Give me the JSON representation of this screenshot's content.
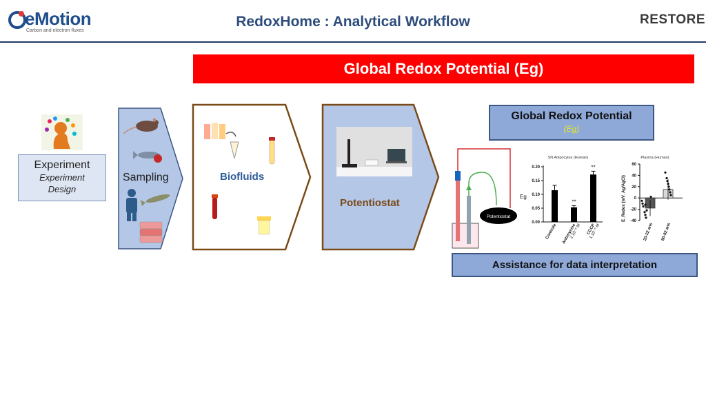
{
  "header": {
    "logo_left": "eMotion",
    "logo_left_tagline": "Carbon and electron fluxes",
    "title": "RedoxHome : Analytical Workflow",
    "logo_right": "RESTORE"
  },
  "banner": "Global Redox Potential (Eg)",
  "experiment": {
    "title": "Experiment",
    "subtitle_line1": "Experiment",
    "subtitle_line2": "Design"
  },
  "sampling": {
    "label": "Sampling"
  },
  "biofluids": {
    "label": "Biofluids"
  },
  "potentiostat": {
    "label": "Potentiostat",
    "device_label": "Potentiostat"
  },
  "global_redox": {
    "title": "Global Redox Potential",
    "subtitle": "(Eg)"
  },
  "assist": {
    "label": "Assistance for data interpretation"
  },
  "colors": {
    "banner": "#ff0000",
    "box_fill": "#8ea9d8",
    "arrow_fill": "#b4c7e7",
    "biofluid_border": "#7a4a18"
  },
  "chart_data": [
    {
      "type": "bar",
      "title": "SN Adipocytes (Human)",
      "ylabel": "Eg",
      "categories": [
        "Controle",
        "Antimycine",
        "CCCP"
      ],
      "category_notes": [
        "",
        "2.10⁻⁶ M",
        "1.10⁻⁶ M"
      ],
      "values": [
        0.115,
        0.053,
        0.172
      ],
      "errors": [
        0.018,
        0.006,
        0.012
      ],
      "significance": [
        "",
        "**",
        "**"
      ],
      "ylim": [
        0,
        0.2
      ],
      "yticks": [
        "0.00",
        "0.05",
        "0.10",
        "0.15",
        "0.20"
      ]
    },
    {
      "type": "bar",
      "title": "Plasma (Human)",
      "ylabel": "E_Redox (mV_Ag/AgCl)",
      "categories": [
        "20-22 ans",
        "80-82 ans"
      ],
      "values": [
        -18,
        15
      ],
      "errors": [
        14,
        18
      ],
      "points": [
        [
          -5,
          -10,
          -15,
          -22,
          -30,
          -35,
          -25,
          -12,
          2
        ],
        [
          5,
          10,
          15,
          20,
          25,
          30,
          35,
          45
        ]
      ],
      "ylim": [
        -40,
        60
      ],
      "yticks": [
        "-40",
        "-20",
        "0",
        "20",
        "40",
        "60"
      ]
    }
  ]
}
